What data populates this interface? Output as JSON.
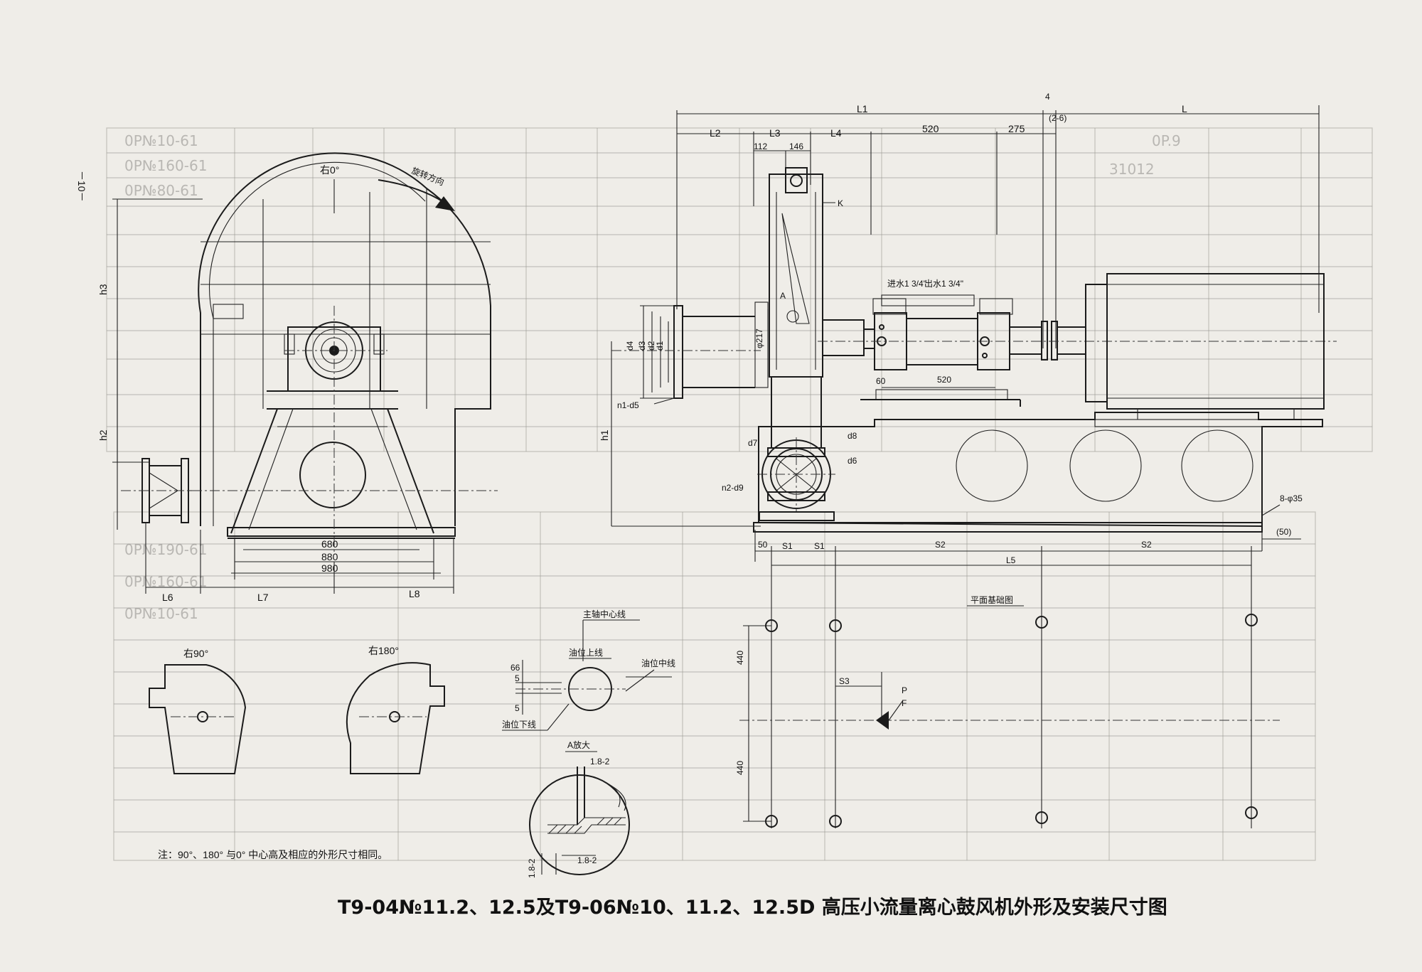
{
  "page_number": "－10－",
  "title": "T9-04№11.2、12.5及T9-06№10、11.2、12.5D 高压小流量离心鼓风机外形及安装尺寸图",
  "note": "注：90°、180° 与0° 中心高及相应的外形尺寸相同。",
  "rotation": {
    "right0": "右0°",
    "right90": "右90°",
    "right180": "右180°",
    "direction": "旋转方向"
  },
  "left_view": {
    "h3": "h3",
    "h2": "h2",
    "d680": "680",
    "d880": "880",
    "d980": "980",
    "L6": "L6",
    "L7": "L7",
    "L8": "L8"
  },
  "main_view": {
    "L1": "L1",
    "L": "L",
    "L2": "L2",
    "L3": "L3",
    "L4": "L4",
    "d520": "520",
    "d275": "275",
    "d112": "112",
    "d146": "146",
    "d4_top": "4",
    "d2_6": "(2-6)",
    "K": "K",
    "A": "A",
    "phi217": "φ217",
    "d4": "d4",
    "d3": "d3",
    "d2": "d2",
    "d1": "d1",
    "n1d5": "n1-d5",
    "h1": "h1",
    "d7": "d7",
    "d8": "d8",
    "d6": "d6",
    "n2d9": "n2-d9",
    "inlet": "进水1 3/4\"",
    "outlet": "出水1 3/4\"",
    "d60": "60",
    "d520b": "520",
    "bolts": "8-φ35",
    "d50r": "(50)"
  },
  "plan_view": {
    "title": "平面基础图",
    "d50": "50",
    "S1a": "S1",
    "S1b": "S1",
    "S2a": "S2",
    "S2b": "S2",
    "L5": "L5",
    "d440a": "440",
    "d440b": "440",
    "S3": "S3",
    "P": "P",
    "F": "F"
  },
  "oil_detail": {
    "main_axis": "主轴中心线",
    "oil_upper": "油位上线",
    "oil_center": "油位中线",
    "oil_lower": "油位下线",
    "d66": "66",
    "d5a": "5",
    "d5b": "5"
  },
  "enlarge": {
    "title": "A放大",
    "d182a": "1.8-2",
    "d182b": "1.8-2",
    "d182c": "1.8-2"
  }
}
